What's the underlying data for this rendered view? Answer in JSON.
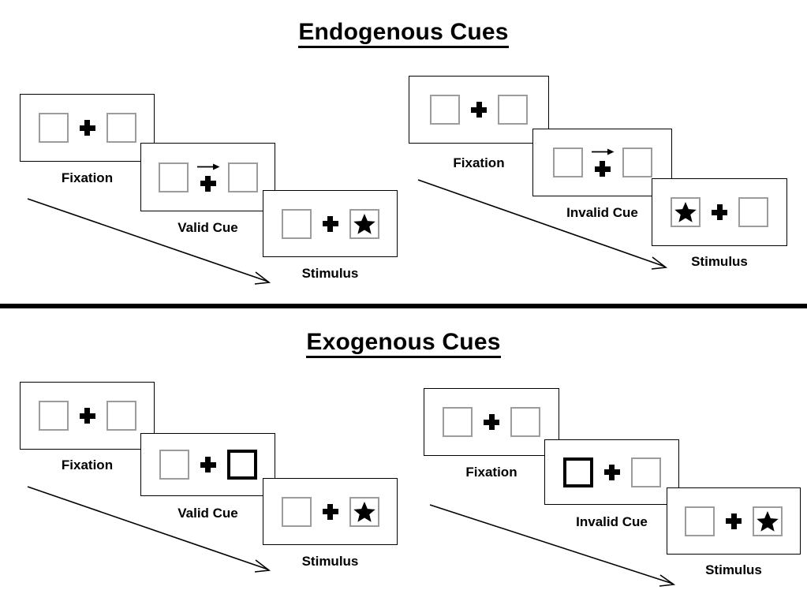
{
  "figure": {
    "sections": [
      {
        "id": "endogenous",
        "title": "Endogenous Cues",
        "columns": [
          {
            "id": "endogenous-valid",
            "frames": [
              {
                "label": "Fixation",
                "left_box": "empty",
                "right_box": "empty",
                "center": "plus",
                "cue_side": "none",
                "target_side": "none"
              },
              {
                "label": "Valid Cue",
                "left_box": "empty",
                "right_box": "empty",
                "center": "arrow-plus",
                "cue_direction": "right",
                "cue_side": "center",
                "target_side": "none"
              },
              {
                "label": "Stimulus",
                "left_box": "empty",
                "right_box": "star",
                "center": "plus",
                "cue_side": "none",
                "target_side": "right"
              }
            ]
          },
          {
            "id": "endogenous-invalid",
            "frames": [
              {
                "label": "Fixation",
                "left_box": "empty",
                "right_box": "empty",
                "center": "plus",
                "cue_side": "none",
                "target_side": "none"
              },
              {
                "label": "Invalid Cue",
                "left_box": "empty",
                "right_box": "empty",
                "center": "arrow-plus",
                "cue_direction": "right",
                "cue_side": "center",
                "target_side": "none"
              },
              {
                "label": "Stimulus",
                "left_box": "star",
                "right_box": "empty",
                "center": "plus",
                "cue_side": "none",
                "target_side": "left"
              }
            ]
          }
        ]
      },
      {
        "id": "exogenous",
        "title": "Exogenous Cues",
        "columns": [
          {
            "id": "exogenous-valid",
            "frames": [
              {
                "label": "Fixation",
                "left_box": "empty",
                "right_box": "empty",
                "center": "plus",
                "cue_side": "none",
                "target_side": "none"
              },
              {
                "label": "Valid Cue",
                "left_box": "empty",
                "right_box": "cued",
                "center": "plus",
                "cue_side": "right",
                "target_side": "none"
              },
              {
                "label": "Stimulus",
                "left_box": "empty",
                "right_box": "star",
                "center": "plus",
                "cue_side": "none",
                "target_side": "right"
              }
            ]
          },
          {
            "id": "exogenous-invalid",
            "frames": [
              {
                "label": "Fixation",
                "left_box": "empty",
                "right_box": "empty",
                "center": "plus",
                "cue_side": "none",
                "target_side": "none"
              },
              {
                "label": "Invalid Cue",
                "left_box": "cued",
                "right_box": "empty",
                "center": "plus",
                "cue_side": "left",
                "target_side": "none"
              },
              {
                "label": "Stimulus",
                "left_box": "empty",
                "right_box": "star",
                "center": "plus",
                "cue_side": "none",
                "target_side": "right"
              }
            ]
          }
        ]
      }
    ],
    "colors": {
      "background": "#ffffff",
      "stroke": "#000000",
      "box_border": "#9c9c9c",
      "cued_box_border": "#000000",
      "target_fill": "#000000"
    }
  }
}
